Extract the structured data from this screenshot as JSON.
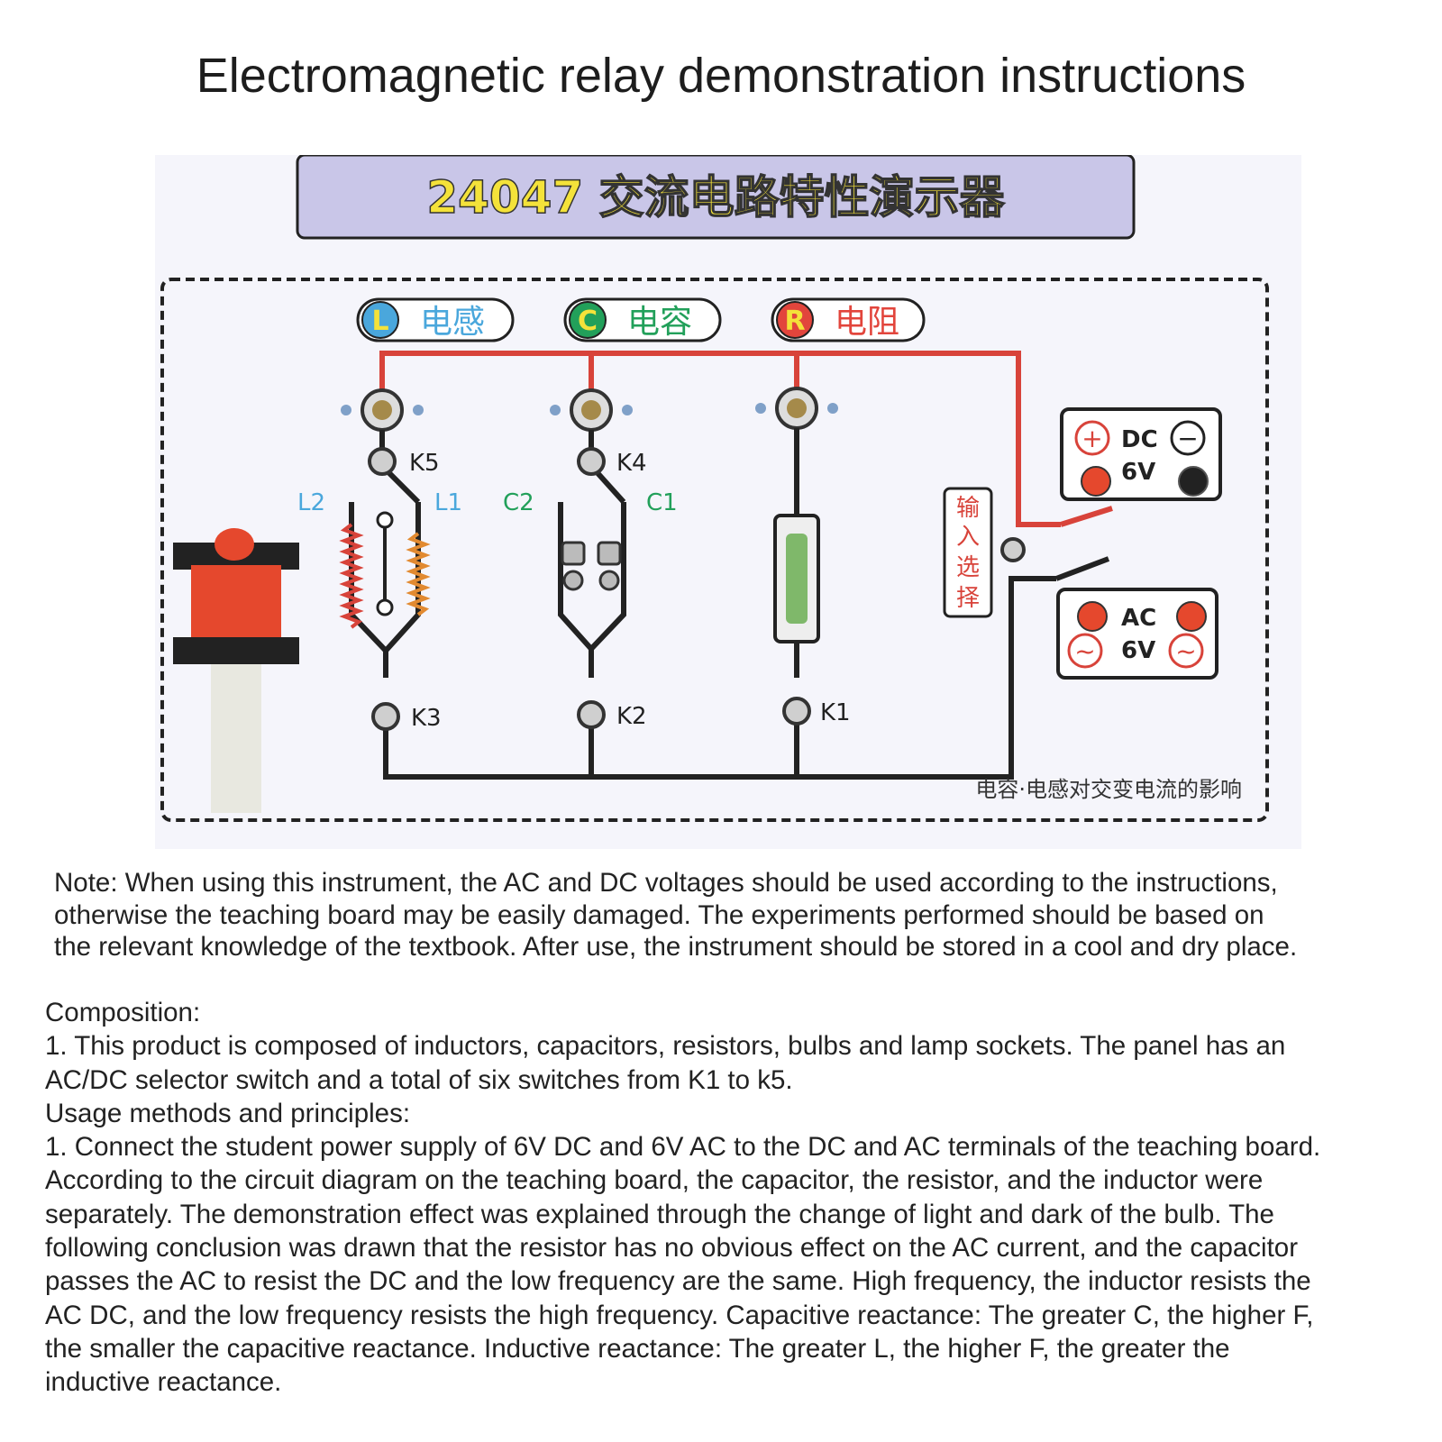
{
  "title": "Electromagnetic relay demonstration instructions",
  "board": {
    "model_banner": "24047 交流电路特性演示器",
    "legend": [
      {
        "letter": "L",
        "label": "电感"
      },
      {
        "letter": "C",
        "label": "电容"
      },
      {
        "letter": "R",
        "label": "电阻"
      }
    ],
    "switches": {
      "k1": "K1",
      "k2": "K2",
      "k3": "K3",
      "k4": "K4",
      "k5": "K5"
    },
    "component_labels": {
      "l1": "L1",
      "l2": "L2",
      "c1": "C1",
      "c2": "C2"
    },
    "input_select": [
      "输",
      "入",
      "选",
      "择"
    ],
    "dc_terminal": {
      "type": "DC",
      "voltage": "6V",
      "plus": "+",
      "minus": "−"
    },
    "ac_terminal": {
      "type": "AC",
      "voltage": "6V",
      "tilde": "~"
    },
    "footer_caption": "电容·电感对交变电流的影响",
    "colors": {
      "red_wire": "#d8433a",
      "inductor": "#4aa7dc",
      "capacitor": "#22a05a",
      "resistor": "#e2453c",
      "banner": "#c9c6e8",
      "banner_text": "#f4e23a",
      "panel": "#f5f5fb"
    }
  },
  "note_lines": [
    "Note: When using this instrument, the AC and DC voltages should be used according to the instructions,",
    "otherwise the teaching board may be easily damaged. The experiments performed should be based on",
    "the relevant knowledge of the textbook. After use, the instrument should be stored in a cool and dry place."
  ],
  "body_lines": [
    "Composition:",
    "1. This product is composed of inductors, capacitors, resistors, bulbs and lamp sockets. The panel has an",
    "AC/DC selector switch and a total of six switches from K1 to k5.",
    "Usage methods and principles:",
    " 1. Connect the student power supply of 6V DC and 6V AC to the DC and AC terminals of the teaching board.",
    "According to the circuit diagram on the teaching board, the capacitor, the resistor, and the inductor were",
    "separately. The demonstration effect was explained through the change of light and dark of the bulb. The",
    "following conclusion was drawn that the resistor has no obvious effect on the AC current, and the capacitor",
    "passes the AC to resist the DC and the low frequency are the same. High frequency, the inductor resists the",
    "AC DC, and the low frequency resists the high frequency. Capacitive reactance: The greater C, the higher F,",
    "the smaller the capacitive reactance. Inductive reactance: The greater L, the higher F, the greater the",
    "inductive reactance."
  ]
}
